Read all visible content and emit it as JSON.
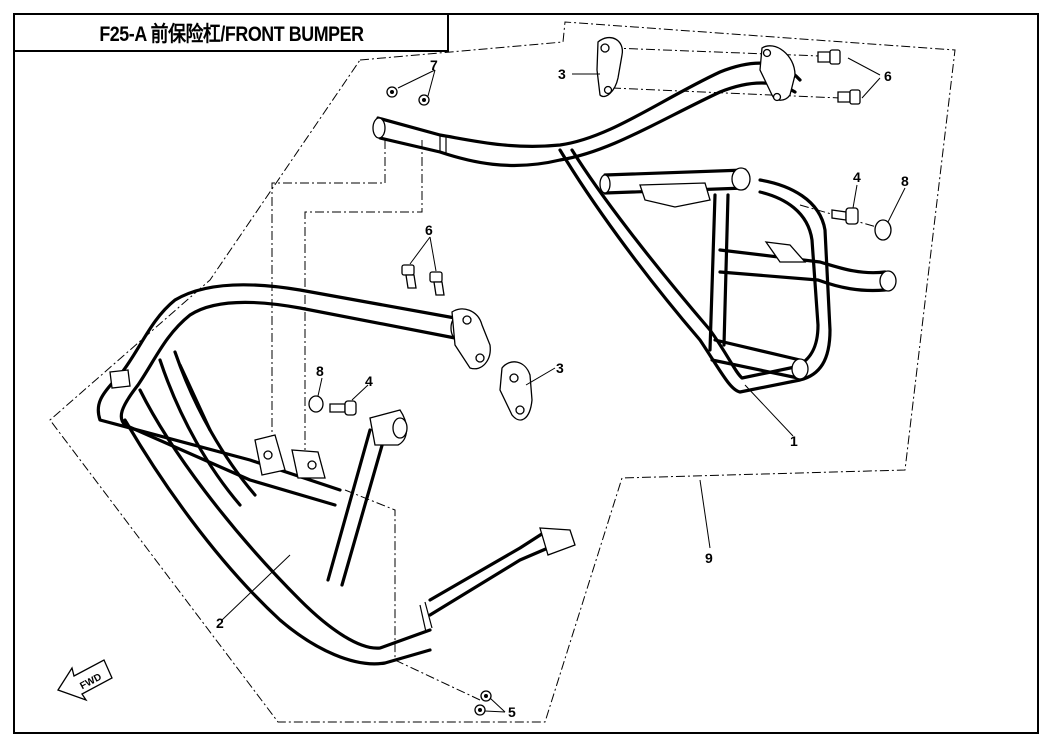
{
  "header": {
    "title": "F25-A  前保险杠/FRONT BUMPER"
  },
  "callouts": {
    "c1": "1",
    "c2": "2",
    "c3_top": "3",
    "c3_mid": "3",
    "c4_right": "4",
    "c4_left": "4",
    "c5": "5",
    "c6_right": "6",
    "c6_mid": "6",
    "c7": "7",
    "c8_right": "8",
    "c8_left": "8",
    "c9": "9"
  },
  "fwd_arrow": {
    "label": "FWD"
  }
}
